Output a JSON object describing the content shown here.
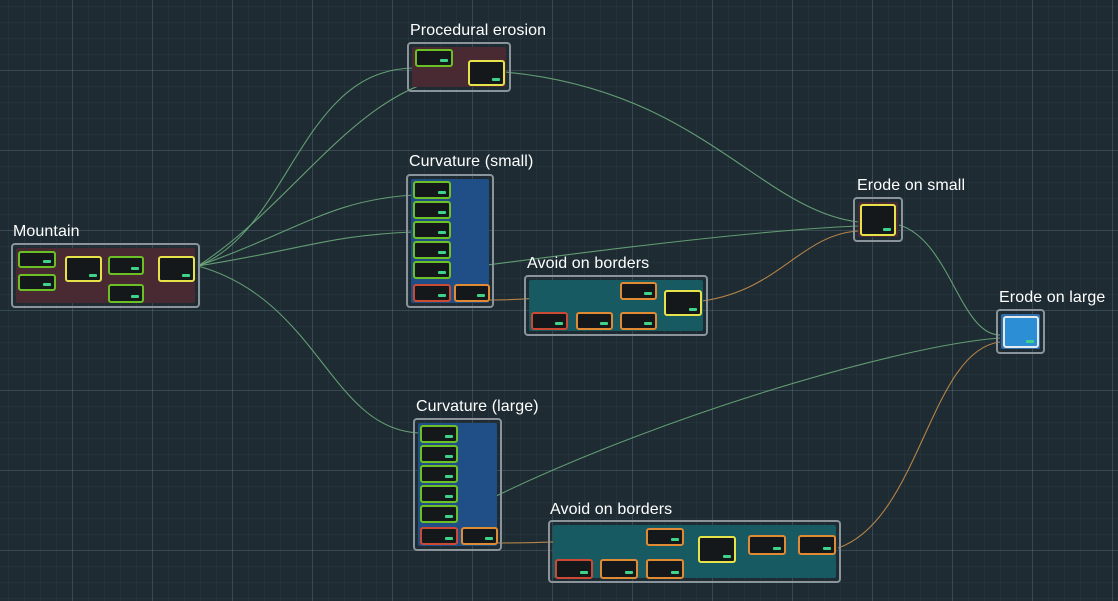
{
  "canvas": {
    "type": "node-graph",
    "theme": "dark",
    "grid": true
  },
  "colors": {
    "background": "#1e2b33",
    "group_border": "#8a949a",
    "group_fill_maroon": "#4a2a32",
    "group_fill_blue": "#1f4f86",
    "group_fill_teal": "#175a62",
    "node_green": "#a6d92a",
    "node_orange": "#e08a34",
    "node_yellow": "#e8e24a",
    "node_red": "#cc4a33",
    "wire_green": "#6fb07e",
    "wire_orange": "#d0934a"
  },
  "groups": {
    "mountain": "Mountain",
    "procedural_erosion": "Procedural erosion",
    "curvature_small": "Curvature (small)",
    "avoid_on_borders_1": "Avoid on borders",
    "erode_on_small": "Erode on small",
    "erode_on_large": "Erode on large",
    "curvature_large": "Curvature (large)",
    "avoid_on_borders_2": "Avoid on borders"
  }
}
